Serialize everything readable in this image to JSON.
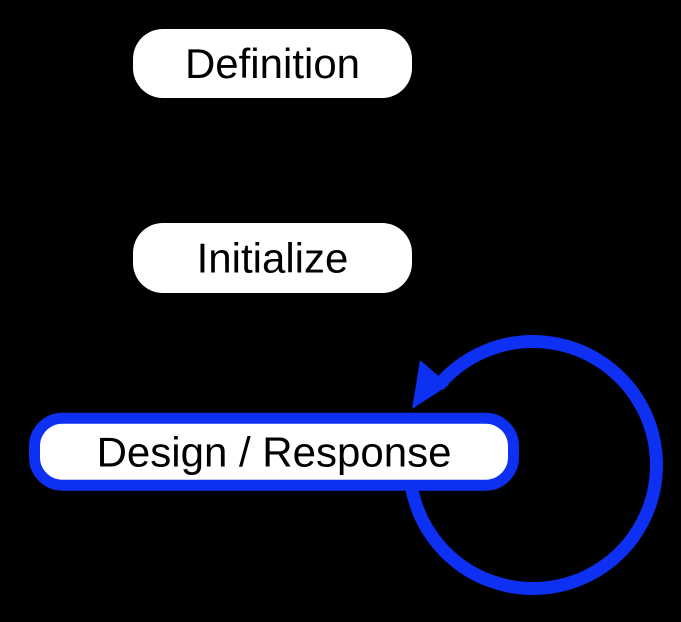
{
  "diagram": {
    "colors": {
      "background": "#000000",
      "accent": "#0d30f2",
      "node_fill": "#ffffff",
      "node_text": "#000000"
    },
    "nodes": [
      {
        "id": "definition",
        "label": "Definition",
        "highlighted": false
      },
      {
        "id": "initialize",
        "label": "Initialize",
        "highlighted": false
      },
      {
        "id": "design-response",
        "label": "Design / Response",
        "highlighted": true
      }
    ],
    "loop_arrow": {
      "icon": "circular-arrow-icon",
      "direction": "counterclockwise"
    }
  }
}
